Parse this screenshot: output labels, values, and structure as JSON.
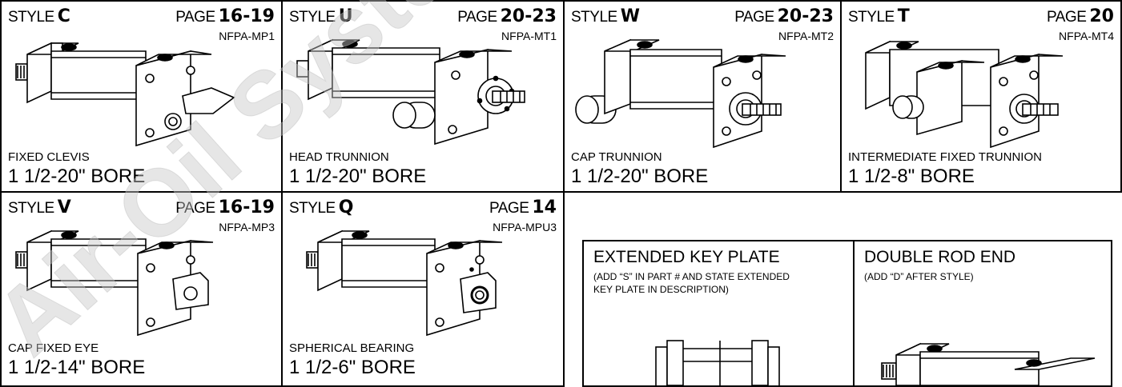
{
  "mounts": [
    {
      "style_prefix": "STYLE",
      "style_letter": "C",
      "page_prefix": "PAGE",
      "page_num": "16-19",
      "nfpa": "NFPA-MP1",
      "name": "FIXED CLEVIS",
      "bore": "1 1/2-20\" BORE"
    },
    {
      "style_prefix": "STYLE",
      "style_letter": "U",
      "page_prefix": "PAGE",
      "page_num": "20-23",
      "nfpa": "NFPA-MT1",
      "name": "HEAD TRUNNION",
      "bore": "1 1/2-20\" BORE"
    },
    {
      "style_prefix": "STYLE",
      "style_letter": "W",
      "page_prefix": "PAGE",
      "page_num": "20-23",
      "nfpa": "NFPA-MT2",
      "name": "CAP TRUNNION",
      "bore": "1 1/2-20\" BORE"
    },
    {
      "style_prefix": "STYLE",
      "style_letter": "T",
      "page_prefix": "PAGE",
      "page_num": "20",
      "nfpa": "NFPA-MT4",
      "name": "INTERMEDIATE FIXED TRUNNION",
      "bore": "1 1/2-8\" BORE"
    },
    {
      "style_prefix": "STYLE",
      "style_letter": "V",
      "page_prefix": "PAGE",
      "page_num": "16-19",
      "nfpa": "NFPA-MP3",
      "name": "CAP FIXED EYE",
      "bore": "1 1/2-14\" BORE"
    },
    {
      "style_prefix": "STYLE",
      "style_letter": "Q",
      "page_prefix": "PAGE",
      "page_num": "14",
      "nfpa": "NFPA-MPU3",
      "name": "SPHERICAL BEARING",
      "bore": "1 1/2-6\" BORE"
    }
  ],
  "options": [
    {
      "title": "EXTENDED KEY PLATE",
      "note": "(ADD “S” IN PART # AND STATE EXTENDED KEY PLATE IN DESCRIPTION)"
    },
    {
      "title": "DOUBLE ROD END",
      "note": "(ADD “D” AFTER STYLE)"
    }
  ],
  "watermark": "Air-Oil Systems"
}
